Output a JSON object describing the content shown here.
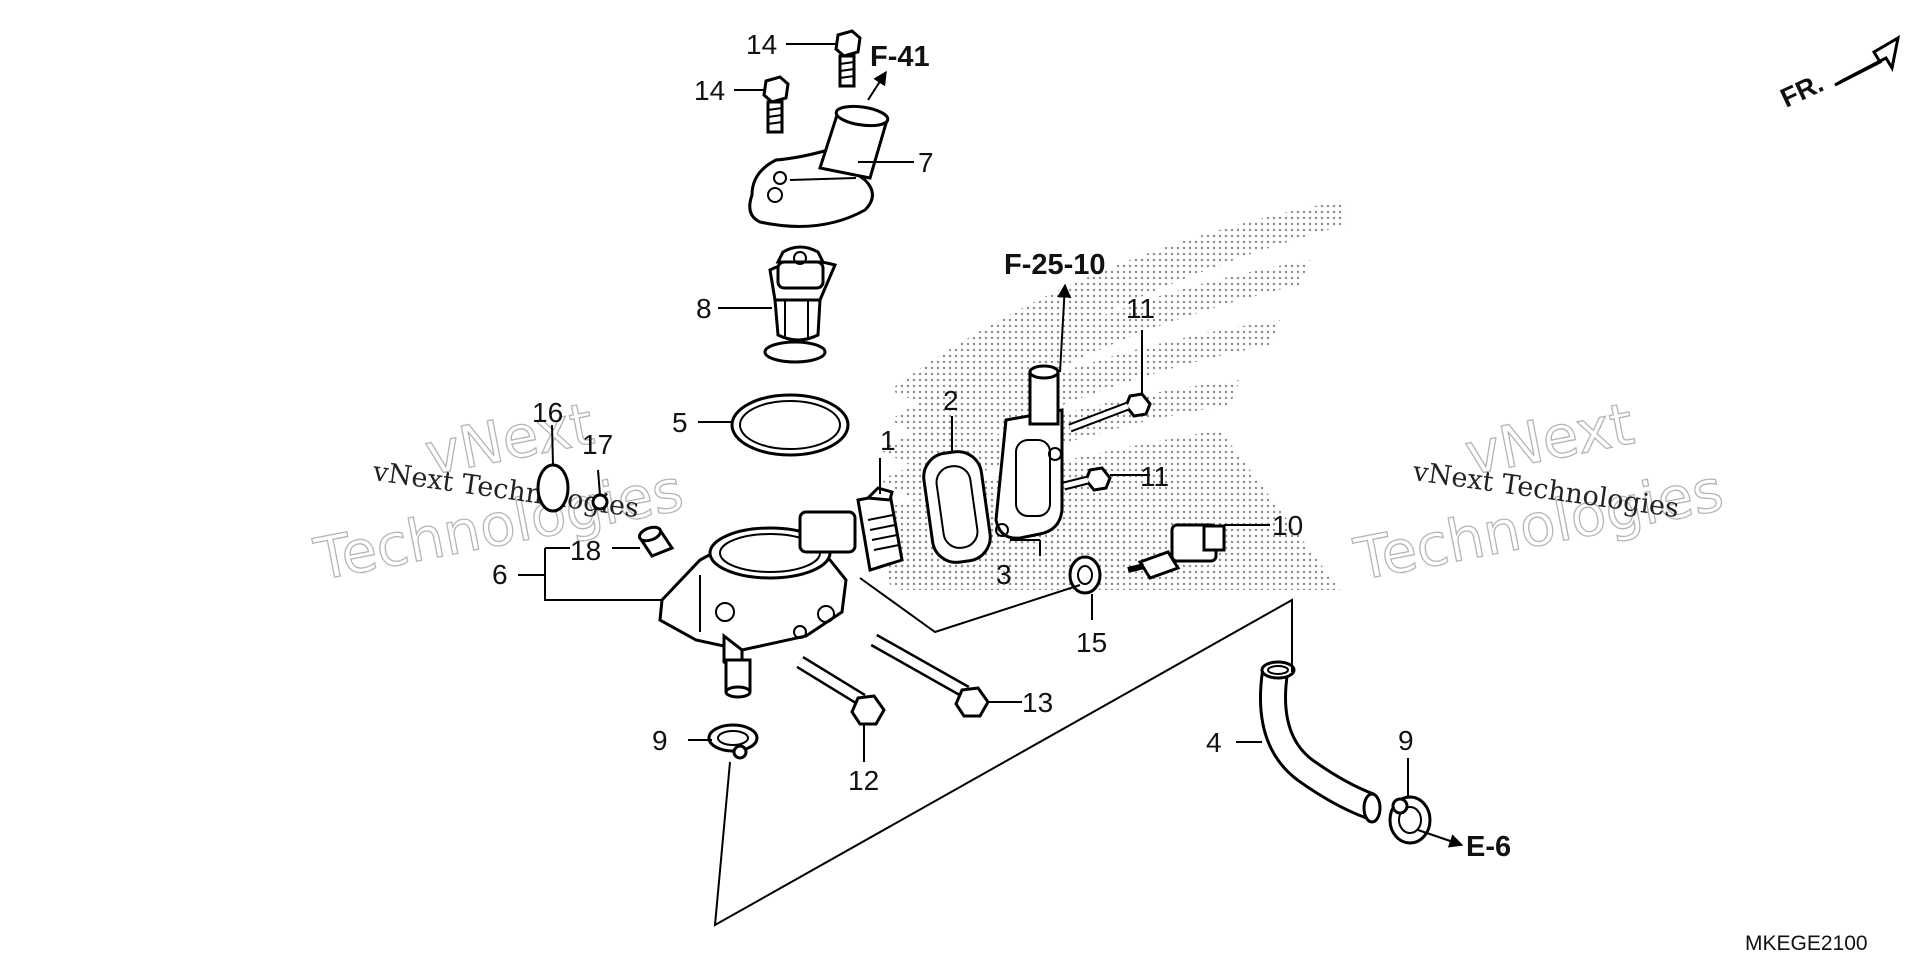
{
  "diagram_code": "MKEGE2100",
  "direction_label": "FR.",
  "references": {
    "ref_f41": "F-41",
    "ref_f2510": "F-25-10",
    "ref_e6": "E-6"
  },
  "watermarks": {
    "brand": "vNext",
    "name": "Technologies",
    "full": "vNext Technologies"
  },
  "callouts": {
    "c1": "1",
    "c2": "2",
    "c3": "3",
    "c4": "4",
    "c5": "5",
    "c6": "6",
    "c7": "7",
    "c8": "8",
    "c9a": "9",
    "c9b": "9",
    "c10": "10",
    "c11a": "11",
    "c11b": "11",
    "c12": "12",
    "c13": "13",
    "c14a": "14",
    "c14b": "14",
    "c15": "15",
    "c16": "16",
    "c17": "17",
    "c18": "18"
  },
  "colors": {
    "line": "#000000",
    "watermark": "#b5b5b5",
    "background": "#ffffff"
  }
}
